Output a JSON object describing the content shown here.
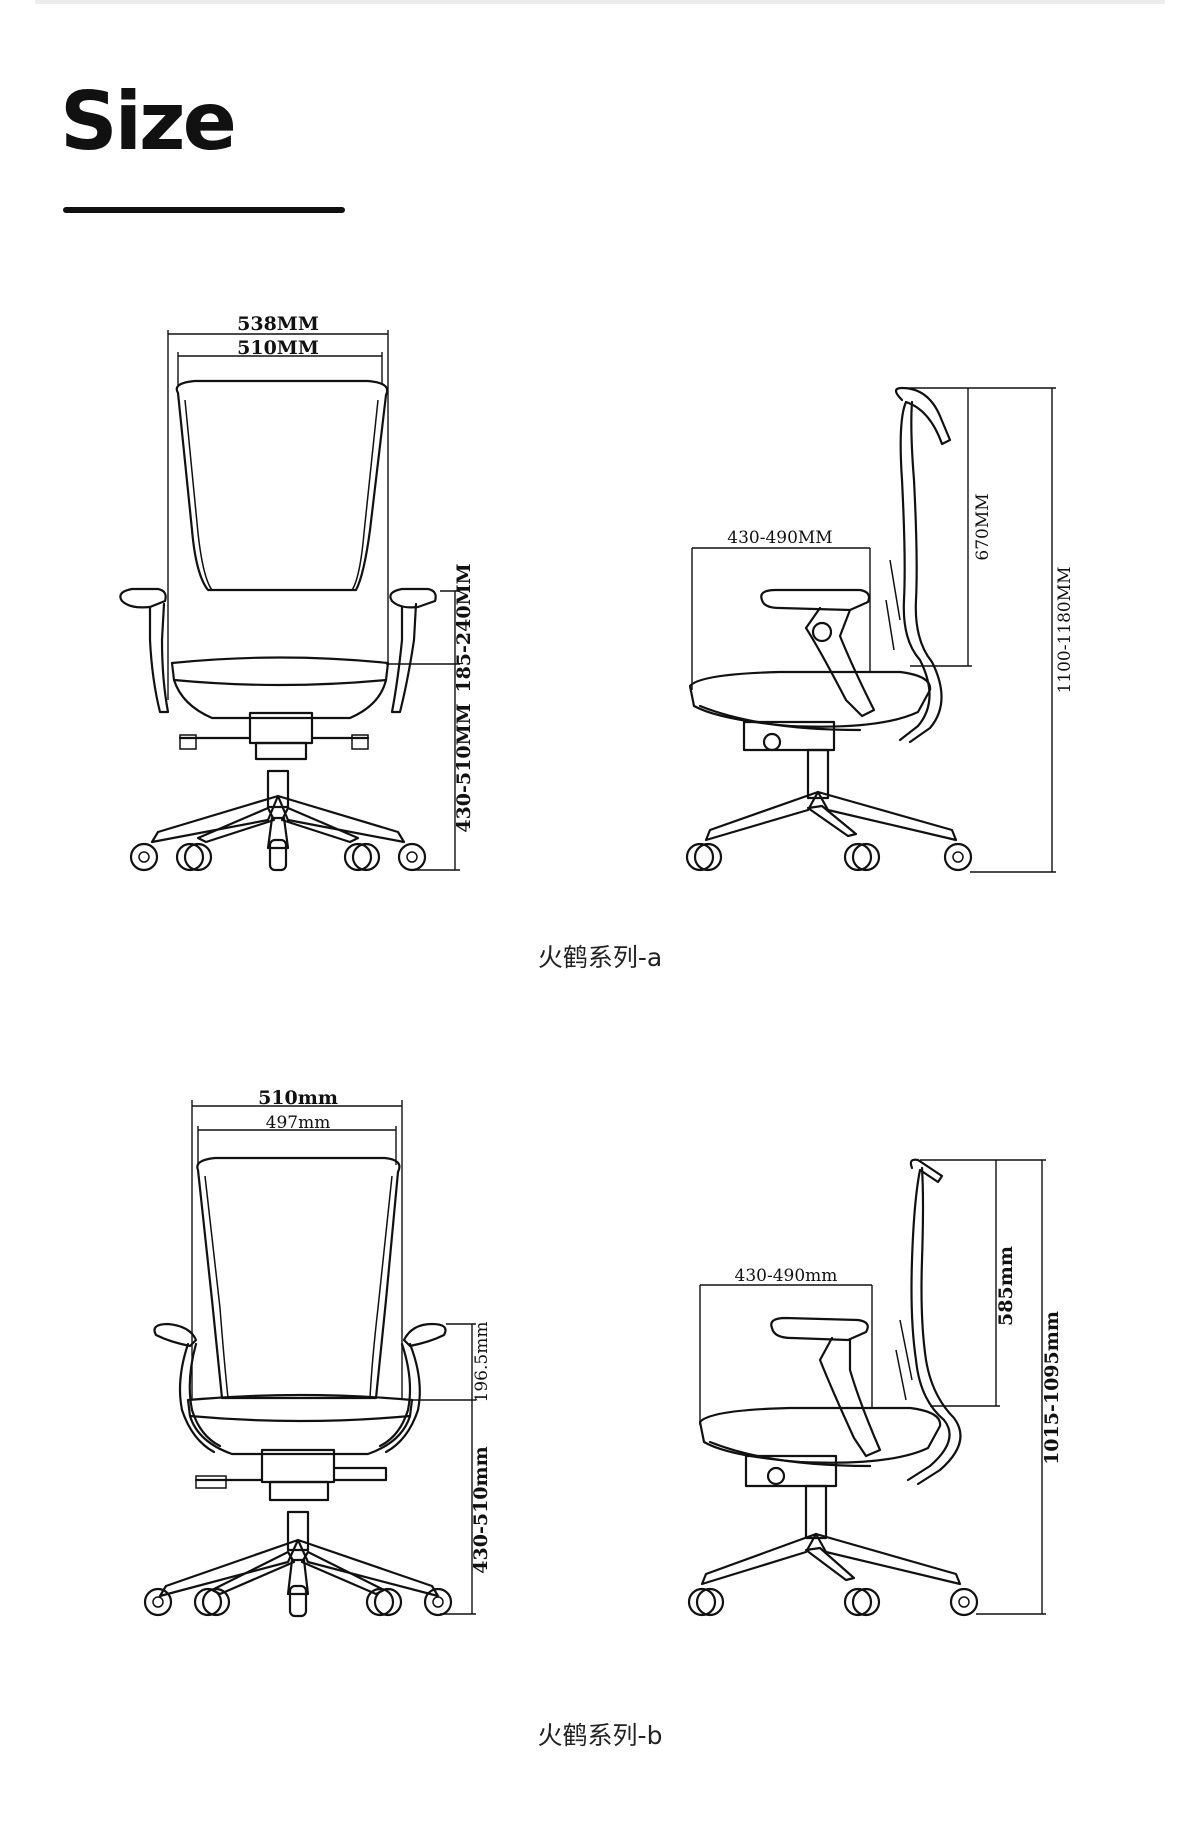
{
  "page": {
    "title": "Size"
  },
  "series_a": {
    "caption": "火鹤系列-a",
    "front": {
      "outer_width": "538MM",
      "inner_width": "510MM",
      "armrest_height": "185-240MM",
      "seat_height": "430-510MM"
    },
    "side": {
      "seat_depth": "430-490MM",
      "backrest_height": "670MM",
      "total_height": "1100-1180MM"
    }
  },
  "series_b": {
    "caption": "火鹤系列-b",
    "front": {
      "outer_width": "510mm",
      "inner_width": "497mm",
      "armrest_height": "196.5mm",
      "seat_height": "430-510mm"
    },
    "side": {
      "seat_depth": "430-490mm",
      "backrest_height": "585mm",
      "total_height": "1015-1095mm"
    }
  }
}
